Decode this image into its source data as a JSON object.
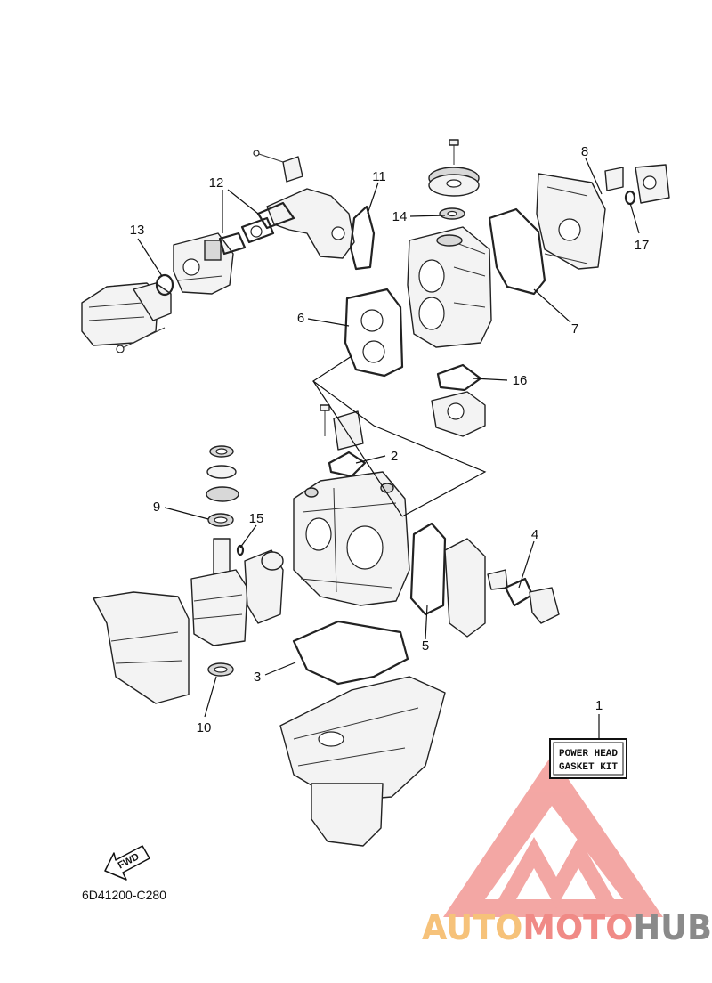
{
  "callouts": {
    "c1": "1",
    "c2": "2",
    "c3": "3",
    "c4": "4",
    "c5": "5",
    "c6": "6",
    "c7": "7",
    "c8": "8",
    "c9": "9",
    "c10": "10",
    "c11": "11",
    "c12": "12",
    "c13": "13",
    "c14": "14",
    "c15": "15",
    "c16": "16",
    "c17": "17"
  },
  "kit_label": {
    "line1": "POWER HEAD",
    "line2": "GASKET KIT"
  },
  "fwd_label": "FWD",
  "diagram_code": "6D41200-C280",
  "watermark": {
    "part1": "AUTO",
    "part2": "MOTO",
    "part3": "HUB",
    "color_auto": "#f6c27a",
    "color_moto": "#f08a86",
    "color_hub": "#8a8a8a",
    "logo_color": "#f08a86"
  }
}
